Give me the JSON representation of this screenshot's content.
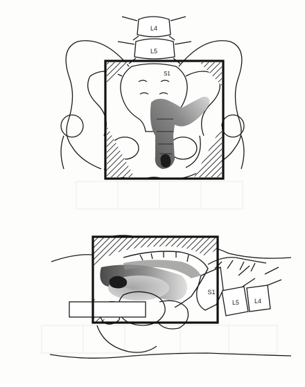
{
  "anterior_view": {
    "vertebra_labels": {
      "l4": "L4",
      "l5": "L5",
      "s1": "S1"
    }
  },
  "lateral_view": {
    "vertebra_labels": {
      "s1": "S1",
      "l5": "L5",
      "l4": "L4"
    }
  },
  "colors": {
    "line": "#1a1a1a",
    "field_border": "#111111",
    "hatch": "#333333",
    "tumor_dark": "#1b1b1b",
    "tumor_mid": "#5e5e5e",
    "tumor_light": "#a9a9a9",
    "background": "#fdfdfc"
  }
}
